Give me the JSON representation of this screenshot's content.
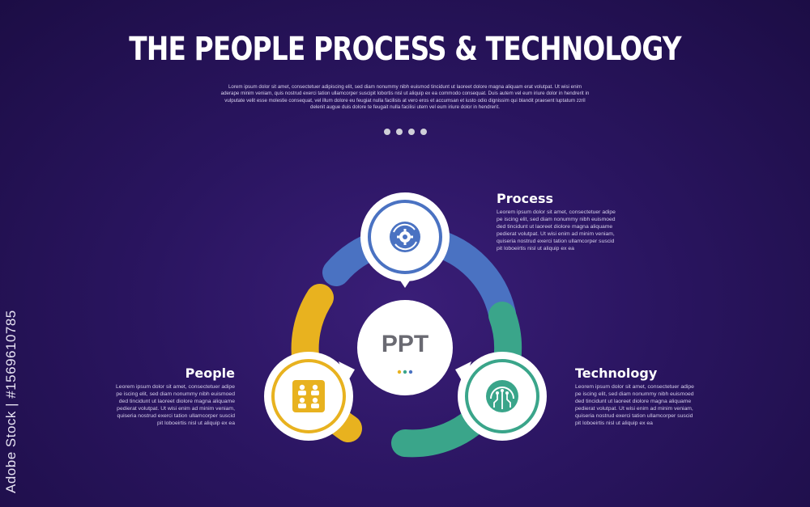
{
  "header": {
    "title": "THE PEOPLE PROCESS & TECHNOLOGY",
    "intro": "Lorem ipsum dolor sit amet, consectetuer adipiscing elit, sed diam nonummy nibh euismod tincidunt ut laoreet dolore magna aliquam erat volutpat. Ut wisi enim aderape minim veniam, quis nostrud exerci tation ullamcorper suscipit lobortis nisl ut aliquip ex ea commodo consequat. Duis autem vel eum iriure dolor in hendrerit in vulputate velit esse molestie consequat, vel illum dolore eu feugiat nulla facilisis at vero eros et accumsan et iusto odio dignissim qui blandit praesent luptatum zzril delenit augue duis dolore te feugait nulla facilisi utem vel eum iriure dolor in hendrerit."
  },
  "center": {
    "label": "PPT"
  },
  "items": [
    {
      "name": "Process",
      "color": "#4a72c2",
      "icon": "gear-cycle-icon",
      "text": "Leorem ipsum dolor sit amet, consectetuer adipe pe iscing elit, sed diam nonummy nibh euismoed ded tincidunt ut laoreet diolore magna aliquame pedierat volutpat. Ut wisi enim ad minim veniam, quiseria nostrud exerci tation ullamcorper suscid pit loboeirtis nisl ut aliquip ex ea"
    },
    {
      "name": "Technology",
      "color": "#3aa58a",
      "icon": "circuit-brain-icon",
      "text": "Leorem ipsum dolor sit amet, consectetuer adipe pe iscing elit, sed diam nonummy nibh euismoed ded tincidunt ut laoreet diolore magna aliquame pedierat volutpat. Ut wisi enim ad minim veniam, quiseria nostrud exerci tation ullamcorper suscid pit loboeirtis nisl ut aliquip ex ea"
    },
    {
      "name": "People",
      "color": "#e8b21f",
      "icon": "people-group-icon",
      "text": "Leorem ipsum dolor sit amet, consectetuer adipe pe iscing elit, sed diam nonummy nibh euismoed ded tincidunt ut laoreet diolore magna aliquame pedierat volutpat. Ut wisi enim ad minim veniam, quiseria nostrud exerci tation ullamcorper suscid pit loboeirtis nisl ut aliquip ex ea"
    }
  ],
  "watermark": {
    "side_text": "Adobe Stock | #1569610785"
  }
}
